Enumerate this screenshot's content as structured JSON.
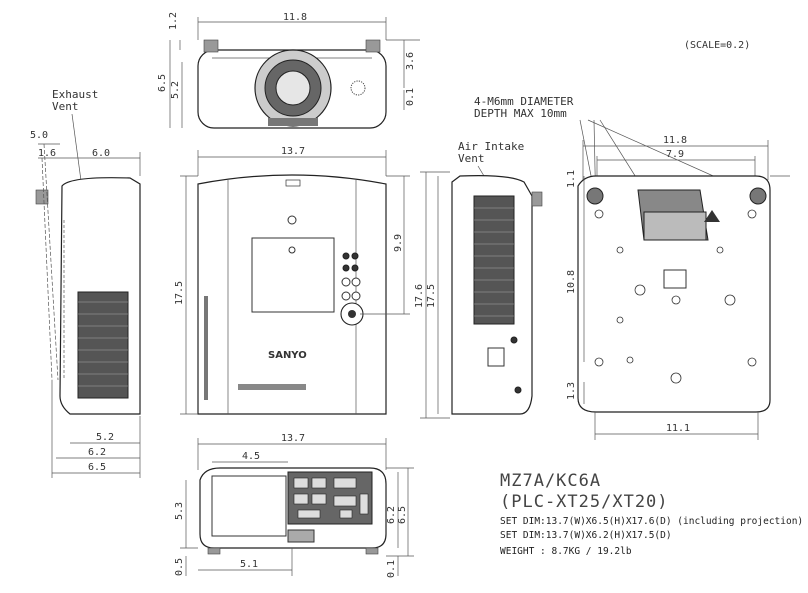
{
  "scale_note": "(SCALE=0.2)",
  "labels": {
    "exhaust": [
      "Exhaust",
      "Vent"
    ],
    "intake": [
      "Air Intake",
      "Vent"
    ],
    "mount": [
      "4-M6mm DIAMETER",
      "DEPTH MAX 10mm"
    ]
  },
  "brand": "SANYO",
  "dims": {
    "top_width": "11.8",
    "top_h1": "1.2",
    "top_h2": "6.5",
    "top_h3": "5.2",
    "top_r1": "3.6",
    "top_r2": "0.1",
    "left_a": "5.0",
    "left_b": "1.6",
    "left_c": "6.0",
    "left_d": "5.2",
    "left_e": "6.2",
    "left_f": "6.5",
    "front_width": "13.7",
    "front_h": "17.5",
    "front_r": "9.9",
    "side_a": "17.6",
    "side_b": "17.5",
    "bottom_w1": "11.8",
    "bottom_w2": "7.9",
    "bottom_v1": "1.1",
    "bottom_v2": "10.8",
    "bottom_v3": "1.3",
    "bottom_w3": "11.1",
    "rear_width": "13.7",
    "rear_a": "4.5",
    "rear_b": "5.3",
    "rear_c": "6.2",
    "rear_d": "6.5",
    "rear_e": "5.1",
    "rear_f": "0.5",
    "rear_g": "0.1"
  },
  "model": {
    "line1": "MZ7A/KC6A",
    "line2": "(PLC-XT25/XT20)"
  },
  "specs": [
    "SET DIM:13.7(W)X6.5(H)X17.6(D) (including projection)",
    "SET DIM:13.7(W)X6.2(H)X17.5(D)",
    "WEIGHT : 8.7KG / 19.2lb"
  ]
}
